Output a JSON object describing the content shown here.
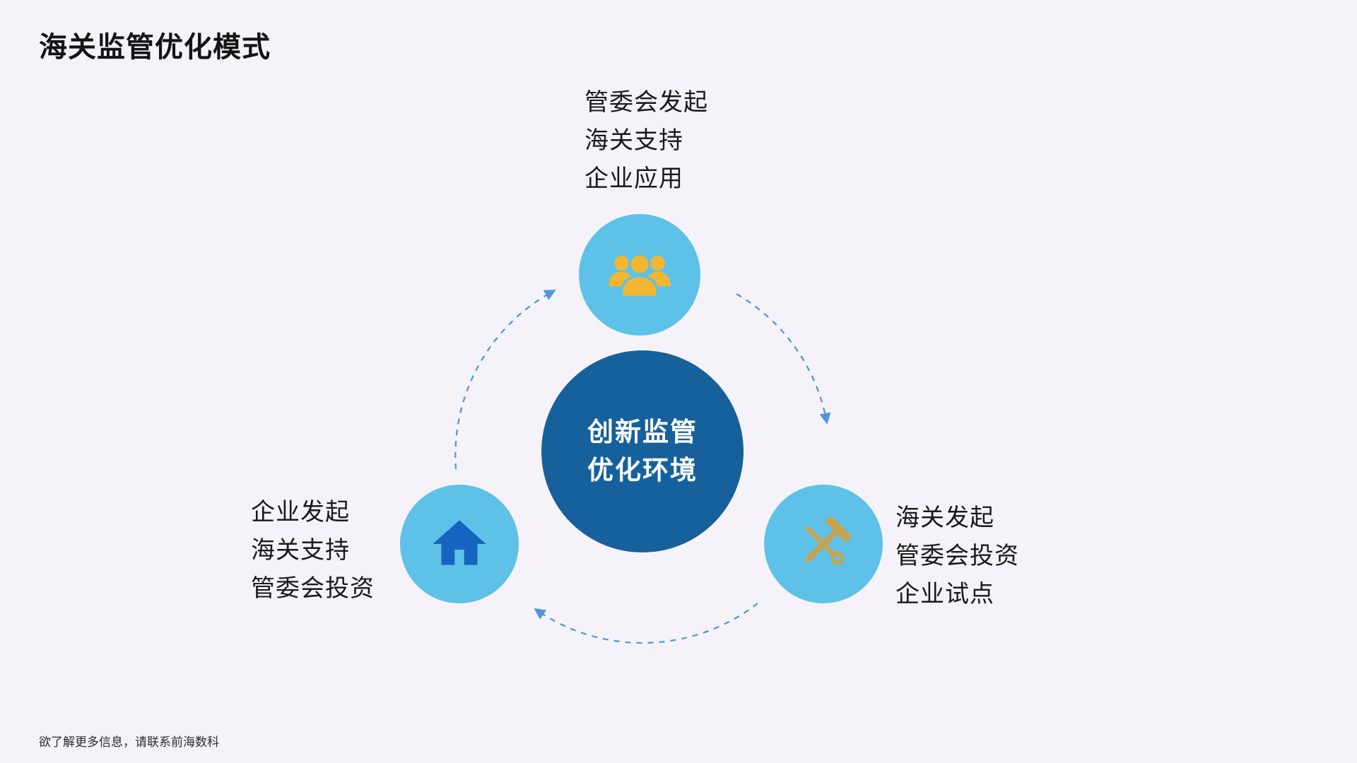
{
  "page": {
    "title": "海关监管优化模式",
    "footer": "欲了解更多信息，请联系前海数科",
    "background_color": "#f5f3f9"
  },
  "diagram": {
    "center": {
      "lines": [
        "创新监管",
        "优化环境"
      ],
      "circle_color": "#16619c",
      "text_color": "#ffffff"
    },
    "nodes": [
      {
        "id": "top",
        "icon": "people-group-icon",
        "icon_color": "#f2b632",
        "circle_color": "#5ec1e8",
        "label_lines": [
          "管委会发起",
          "海关支持",
          "企业应用"
        ]
      },
      {
        "id": "left",
        "icon": "house-icon",
        "icon_color": "#1565c0",
        "circle_color": "#5ec1e8",
        "label_lines": [
          "企业发起",
          "海关支持",
          "管委会投资"
        ]
      },
      {
        "id": "right",
        "icon": "tools-icon",
        "icon_color": "#c8a24e",
        "circle_color": "#5ec1e8",
        "label_lines": [
          "海关发起",
          "管委会投资",
          "企业试点"
        ]
      }
    ],
    "arrows": {
      "color": "#4f97e0",
      "style": "dashed",
      "flow": [
        "top-to-right",
        "right-to-left",
        "left-to-top"
      ]
    }
  }
}
